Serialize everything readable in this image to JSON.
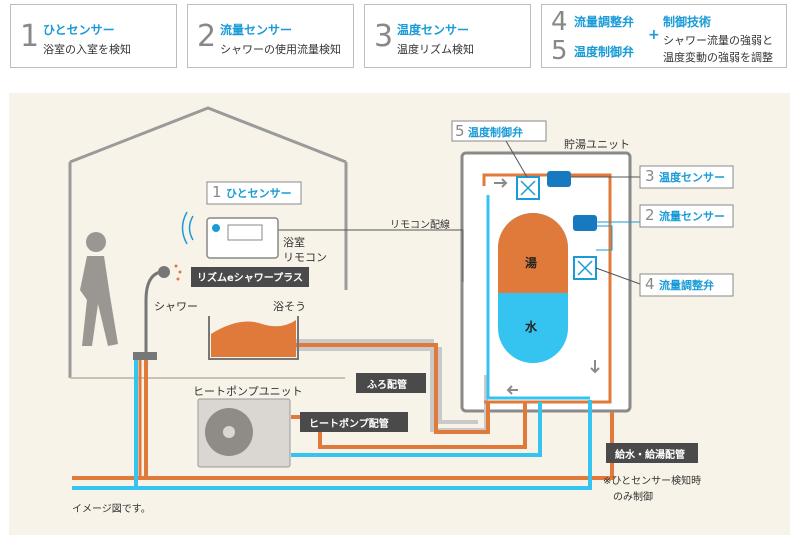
{
  "legend": [
    {
      "num": "1",
      "title": "ひとセンサー",
      "desc": "浴室の入室を検知"
    },
    {
      "num": "2",
      "title": "流量センサー",
      "desc": "シャワーの使用流量検知"
    },
    {
      "num": "3",
      "title": "温度センサー",
      "desc": "温度リズム検知"
    }
  ],
  "legend_combo": {
    "num4": "4",
    "title4": "流量調整弁",
    "num5": "5",
    "title5": "温度制御弁",
    "plus": "+",
    "tech_title": "制御技術",
    "tech_desc1": "シャワー流量の強弱と",
    "tech_desc2": "温度変動の強弱を調整"
  },
  "diagram": {
    "callout_temp_valve_num": "5",
    "callout_temp_valve": "温度制御弁",
    "tank_unit": "貯湯ユニット",
    "callout_temp_sensor_num": "3",
    "callout_temp_sensor": "温度センサー",
    "callout_flow_sensor_num": "2",
    "callout_flow_sensor": "流量センサー",
    "callout_flow_valve_num": "4",
    "callout_flow_valve": "流量調整弁",
    "callout_person_sensor_num": "1",
    "callout_person_sensor": "ひとセンサー",
    "remote_wiring": "リモコン配線",
    "bath_remote_1": "浴室",
    "bath_remote_2": "リモコン",
    "product_badge": "リズムeシャワープラス",
    "shower": "シャワー",
    "bathtub": "浴そう",
    "heat_pump_unit": "ヒートポンプユニット",
    "bath_piping": "ふろ配管",
    "heat_pump_piping": "ヒートポンプ配管",
    "water_supply_piping": "給水・給湯配管",
    "hot_water": "湯",
    "cold_water": "水",
    "note_1": "※ひとセンサー検知時",
    "note_2": "のみ制御",
    "image_note": "イメージ図です。"
  },
  "colors": {
    "hot": "#e07a3a",
    "cold": "#35c3ef",
    "accent_blue": "#1a9bd7",
    "label_dark": "#4a4a4a",
    "background": "#f8f3e8"
  }
}
